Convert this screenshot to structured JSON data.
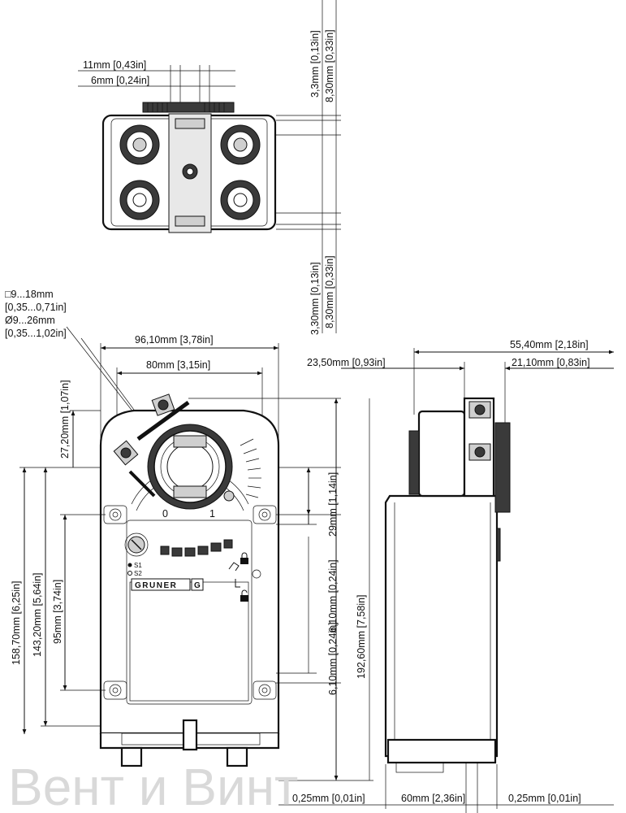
{
  "top_view": {
    "dim_11mm": "11mm [0,43in]",
    "dim_6mm": "6mm [0,24in]",
    "dim_3_3mm": "3,3mm [0,13in]",
    "dim_8_30mm_top": "8,30mm [0,33in]",
    "dim_3_30mm": "3,30mm [0,13in]",
    "dim_8_30mm_bottom": "8,30mm [0,33in]"
  },
  "shaft_note": {
    "line1": "□9...18mm",
    "line2": "[0,35...0,71in]",
    "line3": "Ø9...26mm",
    "line4": "[0,35...1,02in]"
  },
  "front_view": {
    "dim_width_total": "96,10mm [3,78in]",
    "dim_width_inner": "80mm [3,15in]",
    "dim_27_20": "27,20mm [1,07in]",
    "dim_158_70": "158,70mm [6,25in]",
    "dim_143_20": "143,20mm [5,64in]",
    "dim_95": "95mm [3,74in]",
    "dim_29": "29mm [1,14in]",
    "dim_6_10_a": "6,10mm [0,24in]",
    "dim_6_10_b": "6,10mm [0,24in]",
    "dim_192_60": "192,60mm [7,58in]",
    "dim_bottom_left": "0,25mm [0,01in]",
    "brand": "GRUNER",
    "scale_0": "0",
    "scale_1": "1",
    "switch_s1": "S1",
    "switch_s2": "S2"
  },
  "side_view": {
    "dim_55_40": "55,40mm [2,18in]",
    "dim_23_50": "23,50mm [0,93in]",
    "dim_21_10": "21,10mm [0,83in]",
    "dim_60": "60mm [2,36in]",
    "dim_bottom_right": "0,25mm [0,01in]"
  },
  "watermark": "Вент и Винт"
}
